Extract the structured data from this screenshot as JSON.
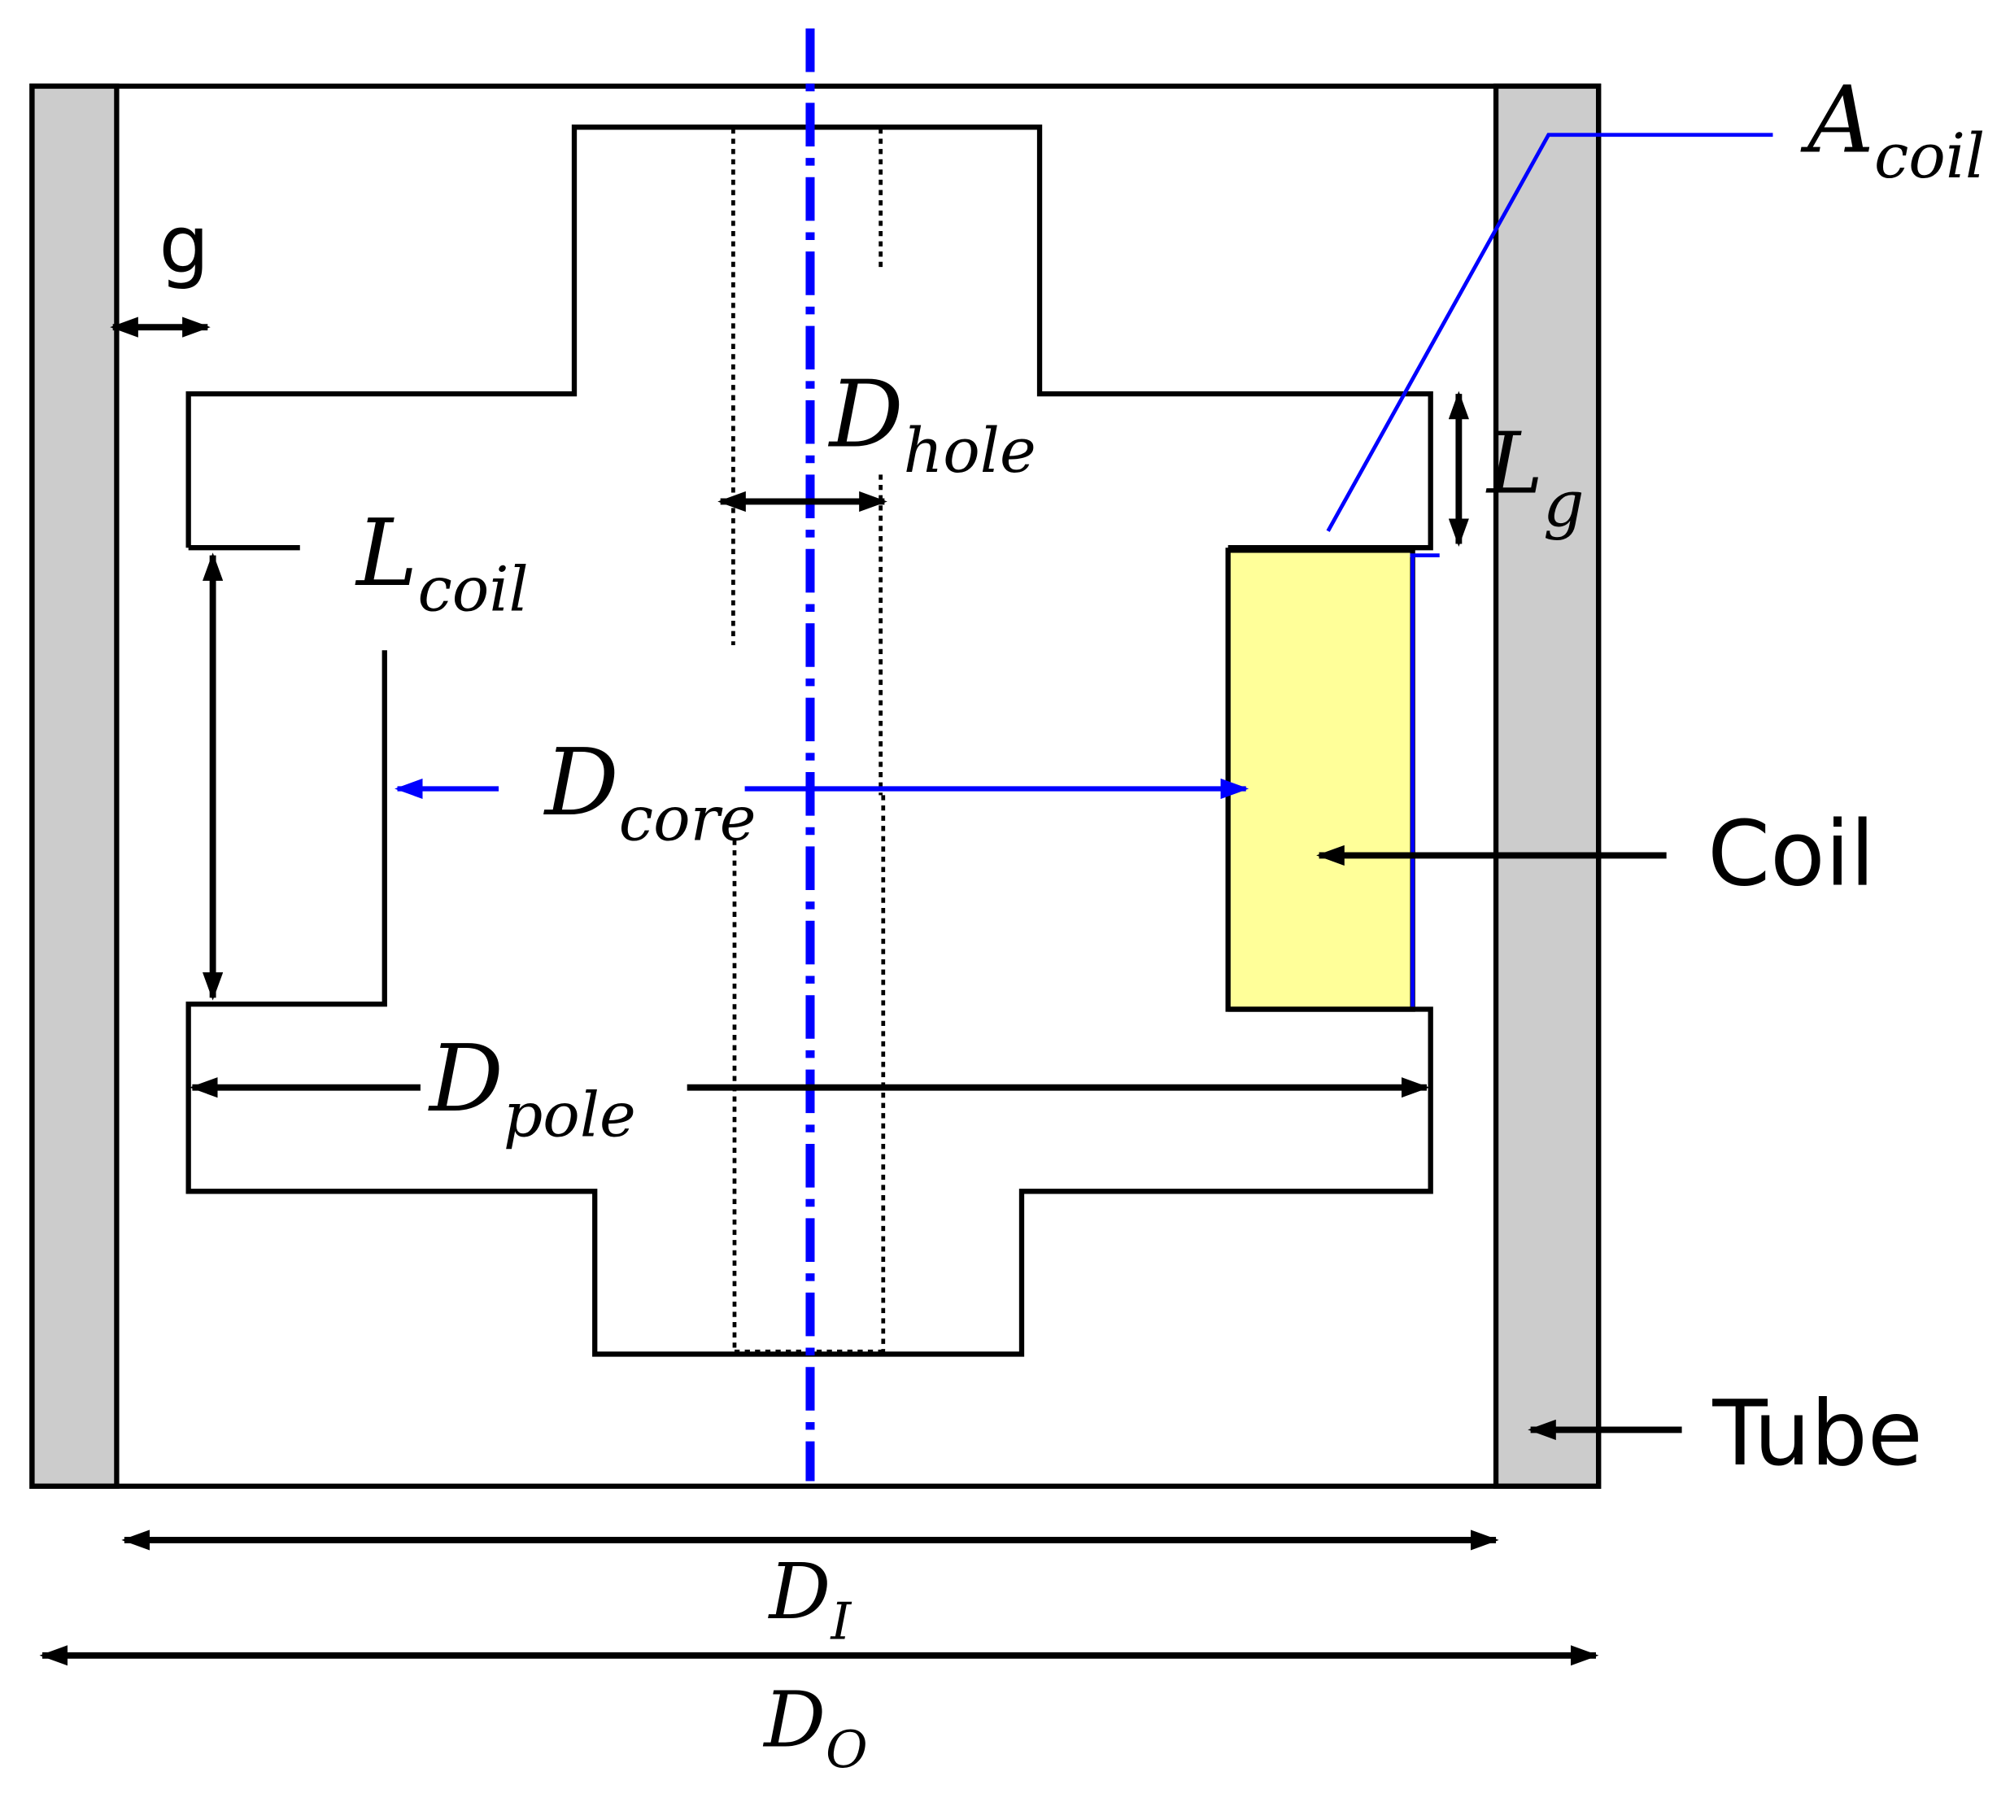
{
  "colors": {
    "tube": "#cccccc",
    "coil": "#ffff99",
    "axis": "#0000ff",
    "line": "#000000"
  },
  "labels": {
    "g": "g",
    "lg_main": "L",
    "lg_sub": "g",
    "lcoil_main": "L",
    "lcoil_sub": "coil",
    "acoil_main": "A",
    "acoil_sub": "coil",
    "dhole_main": "D",
    "dhole_sub": "hole",
    "dcore_main": "D",
    "dcore_sub": "core",
    "dpole_main": "D",
    "dpole_sub": "pole",
    "di_main": "D",
    "di_sub": "I",
    "do_main": "D",
    "do_sub": "O",
    "coil": "Coil",
    "tube": "Tube"
  }
}
